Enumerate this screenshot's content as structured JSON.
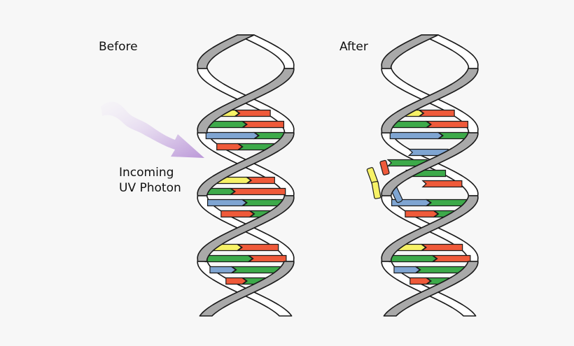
{
  "labels": {
    "before": "Before",
    "after": "After",
    "uv_line1": "Incoming",
    "uv_line2": "UV Photon"
  },
  "colors": {
    "background": "#f7f7f7",
    "backbone_front": "#a9a9a9",
    "backbone_back": "#ffffff",
    "outline": "#1a1a1a",
    "base_green": "#3daa4a",
    "base_yellow": "#f7f266",
    "base_red": "#ef5a3a",
    "base_blue": "#7fa5d2",
    "photon_light": "#ebe3f3",
    "photon_dark": "#c7aade"
  },
  "icons": [
    "dna-double-helix-icon",
    "uv-photon-arrow-icon"
  ]
}
